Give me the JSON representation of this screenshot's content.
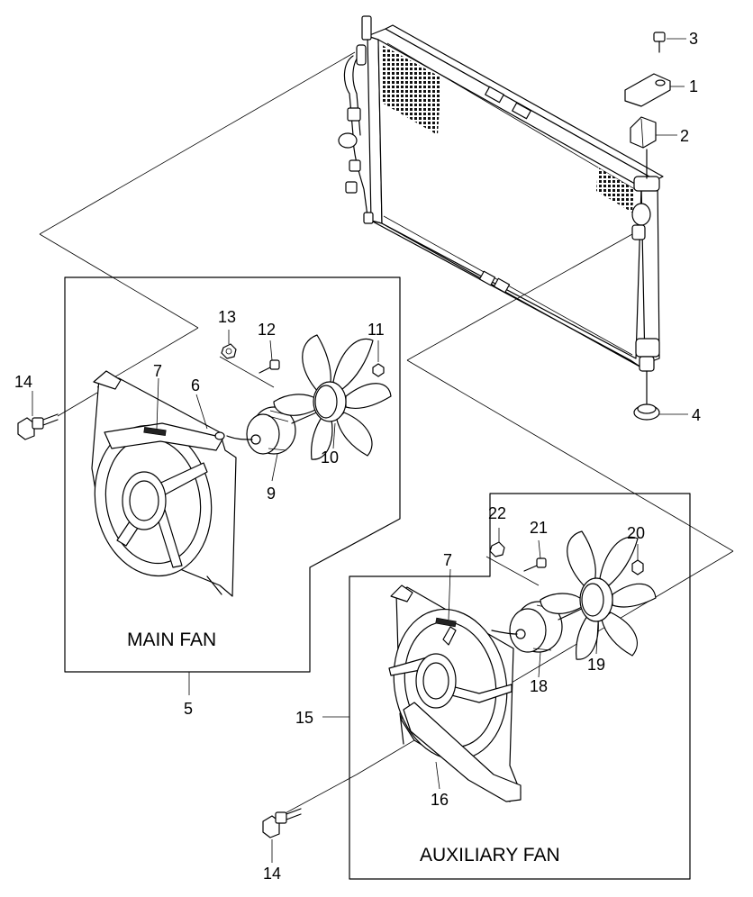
{
  "callouts": {
    "n1": "1",
    "n2": "2",
    "n3": "3",
    "n4": "4",
    "n5": "5",
    "n6": "6",
    "n7_main": "7",
    "n7_aux": "7",
    "n9": "9",
    "n10": "10",
    "n11": "11",
    "n12": "12",
    "n13": "13",
    "n14_top": "14",
    "n14_bottom": "14",
    "n15": "15",
    "n16": "16",
    "n18": "18",
    "n19": "19",
    "n20": "20",
    "n21": "21",
    "n22": "22"
  },
  "boxes": {
    "main_fan_label": "MAIN FAN",
    "aux_fan_label": "AUXILIARY FAN"
  }
}
